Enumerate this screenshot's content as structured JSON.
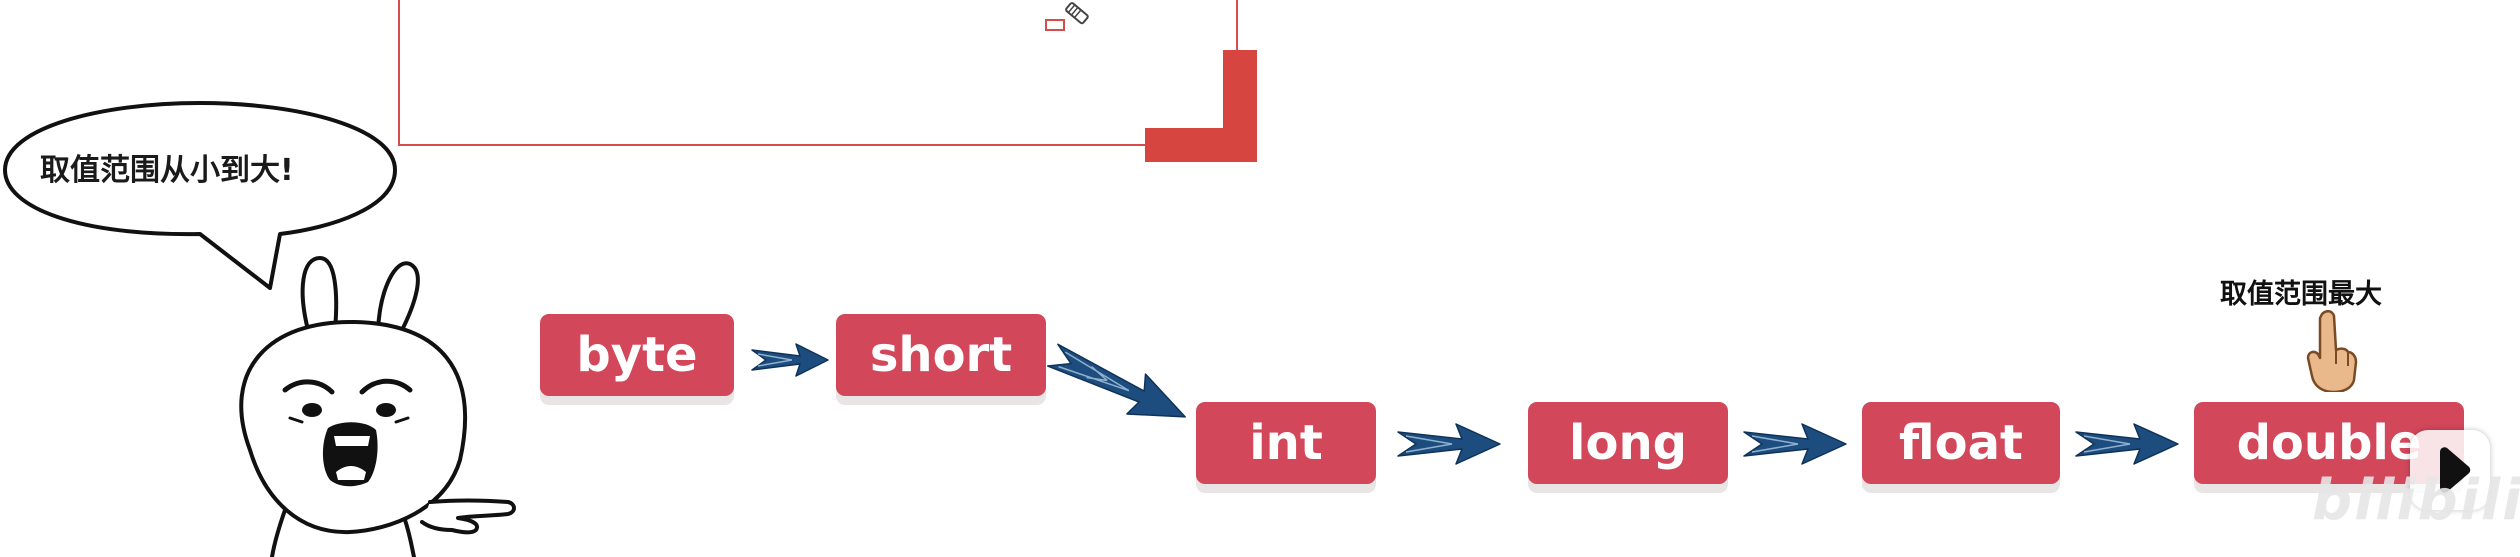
{
  "bubble": {
    "text": "取值范围从小到大!"
  },
  "annotation": {
    "max_range_label": "取值范围最大"
  },
  "types": [
    {
      "label": "byte"
    },
    {
      "label": "short"
    },
    {
      "label": "int"
    },
    {
      "label": "long"
    },
    {
      "label": "float"
    },
    {
      "label": "double"
    }
  ],
  "watermark": {
    "text": "bilibili"
  },
  "icons": {
    "pen": "pencil-icon",
    "hand": "pointing-hand-icon",
    "play": "play-icon",
    "arrow": "arrow-right-icon"
  },
  "colors": {
    "box": "#d2475a",
    "box_text": "#ffffff",
    "arrow": "#1d4d7f",
    "frame": "#d64b4b"
  }
}
